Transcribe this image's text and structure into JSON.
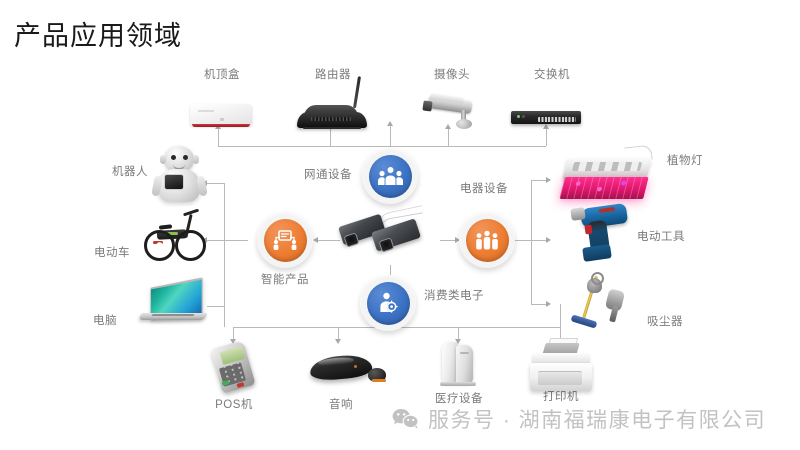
{
  "slide": {
    "title": "产品应用领域",
    "background_color": "#ffffff",
    "title_color": "#1a1a1a",
    "label_color": "#7b7b7b",
    "accent_blue": "#3b72c4",
    "accent_orange": "#ed7d31",
    "connector_color": "#b9b9b9"
  },
  "center_hub": {
    "name": "power-adapter-pair",
    "description": "两个黑色电源适配器"
  },
  "categories": [
    {
      "id": "network",
      "label": "网通设备",
      "color": "#3b72c4",
      "icon": "people-group-icon",
      "position": "top"
    },
    {
      "id": "appliance",
      "label": "电器设备",
      "color": "#ed7d31",
      "icon": "people-family-icon",
      "position": "right"
    },
    {
      "id": "smart",
      "label": "智能产品",
      "color": "#ed7d31",
      "icon": "smart-devices-icon",
      "position": "left"
    },
    {
      "id": "consumer",
      "label": "消费类电子",
      "color": "#3b72c4",
      "icon": "person-gear-icon",
      "position": "bottom"
    }
  ],
  "products": {
    "top": [
      {
        "label": "机顶盒",
        "icon": "set-top-box-icon"
      },
      {
        "label": "路由器",
        "icon": "router-icon"
      },
      {
        "label": "摄像头",
        "icon": "security-camera-icon"
      },
      {
        "label": "交换机",
        "icon": "network-switch-icon"
      }
    ],
    "left": [
      {
        "label": "机器人",
        "icon": "robot-icon"
      },
      {
        "label": "电动车",
        "icon": "electric-bike-icon"
      },
      {
        "label": "电脑",
        "icon": "laptop-icon"
      }
    ],
    "right": [
      {
        "label": "植物灯",
        "icon": "grow-light-icon"
      },
      {
        "label": "电动工具",
        "icon": "power-drill-icon"
      },
      {
        "label": "吸尘器",
        "icon": "vacuum-cleaner-icon"
      }
    ],
    "bottom": [
      {
        "label": "POS机",
        "icon": "pos-terminal-icon"
      },
      {
        "label": "音响",
        "icon": "speaker-icon"
      },
      {
        "label": "医疗设备",
        "icon": "medical-device-icon"
      },
      {
        "label": "打印机",
        "icon": "printer-icon"
      }
    ]
  },
  "watermark": {
    "icon": "wechat-icon",
    "text": "服务号 · 湖南福瑞康电子有限公司"
  }
}
